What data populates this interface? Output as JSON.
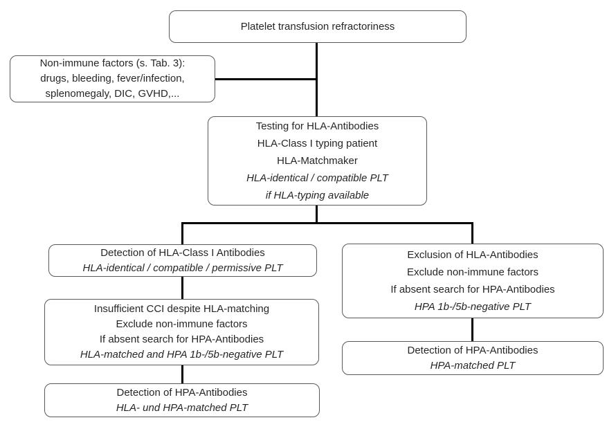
{
  "diagram_title": "Platelet transfusion refractoriness flowchart",
  "colors": {
    "box_border": "#595959",
    "connector": "#000000",
    "text": "#262626",
    "background": "#ffffff"
  },
  "boxes": {
    "root": {
      "lines": [
        "Platelet transfusion refractoriness"
      ]
    },
    "non_immune": {
      "lines": [
        "Non-immune factors (s. Tab. 3):",
        "drugs, bleeding, fever/infection,",
        "splenomegaly, DIC, GVHD,..."
      ]
    },
    "testing": {
      "lines": [
        "Testing for HLA-Antibodies",
        "HLA-Class I typing patient",
        "HLA-Matchmaker",
        "HLA-identical / compatible PLT",
        "if HLA-typing available"
      ]
    },
    "detection_hla": {
      "lines": [
        "Detection of HLA-Class I Antibodies",
        "HLA-identical / compatible / permissive PLT"
      ]
    },
    "insufficient_cci": {
      "lines": [
        "Insufficient CCI despite HLA-matching",
        "Exclude non-immune factors",
        "If absent search for HPA-Antibodies",
        "HLA-matched and HPA 1b-/5b-negative PLT"
      ]
    },
    "detection_hpa_left": {
      "lines": [
        "Detection of HPA-Antibodies",
        "HLA- und HPA-matched PLT"
      ]
    },
    "exclusion_hla": {
      "lines": [
        "Exclusion of HLA-Antibodies",
        "Exclude non-immune factors",
        "If absent search for HPA-Antibodies",
        "HPA 1b-/5b-negative PLT"
      ]
    },
    "detection_hpa_right": {
      "lines": [
        "Detection of HPA-Antibodies",
        "HPA-matched PLT"
      ]
    }
  }
}
